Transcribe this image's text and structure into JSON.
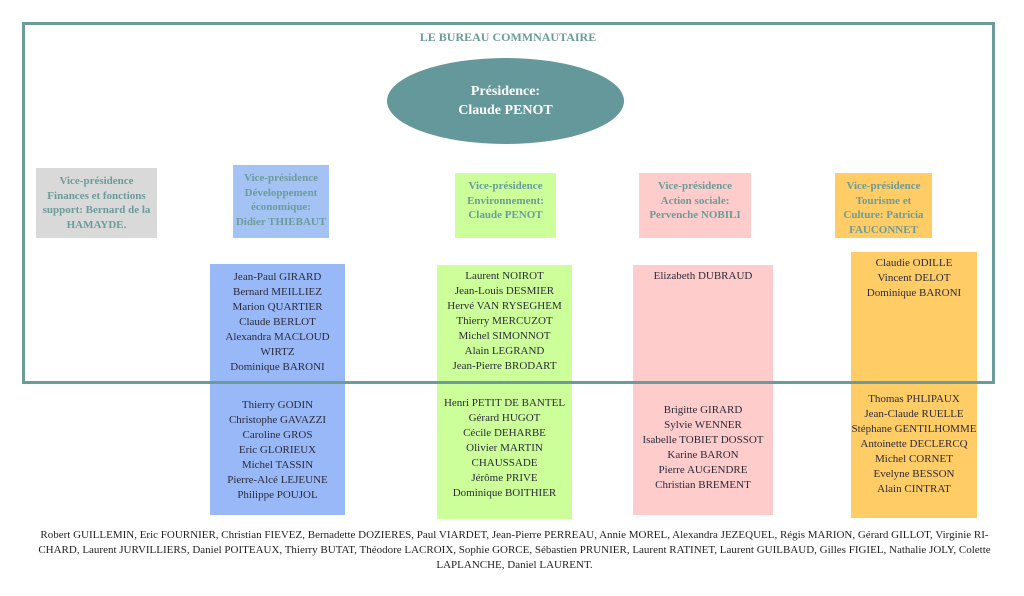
{
  "title": "LE BUREAU COMMNAUTAIRE",
  "presidence": {
    "line1": "Présidence:",
    "line2": "Claude PENOT",
    "color": "#65989a"
  },
  "frame_color": "#6b9c99",
  "vice_presidences": [
    {
      "lines": [
        "Vice-présidence",
        "Finances et fonctions",
        "support: Bernard de la",
        "HAMAYDE."
      ],
      "color": "#d9d9d9"
    },
    {
      "lines": [
        "Vice-présidence",
        "Développement",
        "économique:",
        "Didier THIEBAUT"
      ],
      "color": "#a4c2f4"
    },
    {
      "lines": [
        "Vice-présidence",
        "Environnement:",
        "Claude PENOT"
      ],
      "color": "#ccff99"
    },
    {
      "lines": [
        "Vice-présidence",
        "Action sociale:",
        "Pervenche NOBILI"
      ],
      "color": "#ffcccc"
    },
    {
      "lines": [
        "Vice-présidence",
        "Tourisme et",
        "Culture: Patricia",
        "FAUCONNET"
      ],
      "color": "#ffcc66"
    }
  ],
  "columns": [
    {
      "color": "#99b8f8",
      "inside": [
        "Jean-Paul GIRARD",
        "Bernard MEILLIEZ",
        "Marion QUARTIER",
        "Claude BERLOT",
        "Alexandra MACLOUD",
        "WIRTZ",
        "Dominique BARONI"
      ],
      "outside": [
        "Thierry GODIN",
        "Christophe GAVAZZI",
        "Caroline GROS",
        "Eric GLORIEUX",
        "Michel TASSIN",
        "Pierre-Alcé LEJEUNE",
        "Philippe POUJOL"
      ]
    },
    {
      "color": "#ccff99",
      "inside": [
        "Laurent NOIROT",
        "Jean-Louis DESMIER",
        "Hervé VAN RYSEGHEM",
        "Thierry MERCUZOT",
        "Michel SIMONNOT",
        "Alain LEGRAND",
        "Jean-Pierre BRODART"
      ],
      "outside": [
        "Henri PETIT DE BANTEL",
        "Gérard HUGOT",
        "Cécile DEHARBE",
        "Olivier MARTIN",
        "CHAUSSADE",
        "Jérôme PRIVE",
        "Dominique BOITHIER"
      ]
    },
    {
      "color": "#ffcccc",
      "inside": [
        "Elizabeth DUBRAUD"
      ],
      "outside": [
        "Brigitte GIRARD",
        "Sylvie WENNER",
        "Isabelle TOBIET DOSSOT",
        "Karine BARON",
        "Pierre AUGENDRE",
        "Christian BREMENT"
      ]
    },
    {
      "color": "#ffcc66",
      "inside": [
        "Claudie ODILLE",
        "Vincent DELOT",
        "Dominique BARONI"
      ],
      "outside": [
        "Thomas PHLIPAUX",
        "Jean-Claude RUELLE",
        "Stéphane GENTILHOMME",
        "Antoinette DECLERCQ",
        "Michel CORNET",
        "Evelyne BESSON",
        "Alain CINTRAT"
      ]
    }
  ],
  "footer": {
    "line1": "Robert GUILLEMIN, Eric FOURNIER,  Christian FIEVEZ, Bernadette DOZIERES,  Paul VIARDET, Jean-Pierre PERREAU,  Annie MOREL, Alexandra JEZEQUEL, Régis MARION, Gérard GILLOT, Virginie RI-",
    "line2": "CHARD, Laurent JURVILLIERS, Daniel POITEAUX, Thierry BUTAT, Théodore LACROIX, Sophie GORCE, Sébastien PRUNIER,  Laurent RATINET, Laurent GUILBAUD,  Gilles FIGIEL, Nathalie JOLY, Colette",
    "line3": "LAPLANCHE, Daniel LAURENT."
  }
}
